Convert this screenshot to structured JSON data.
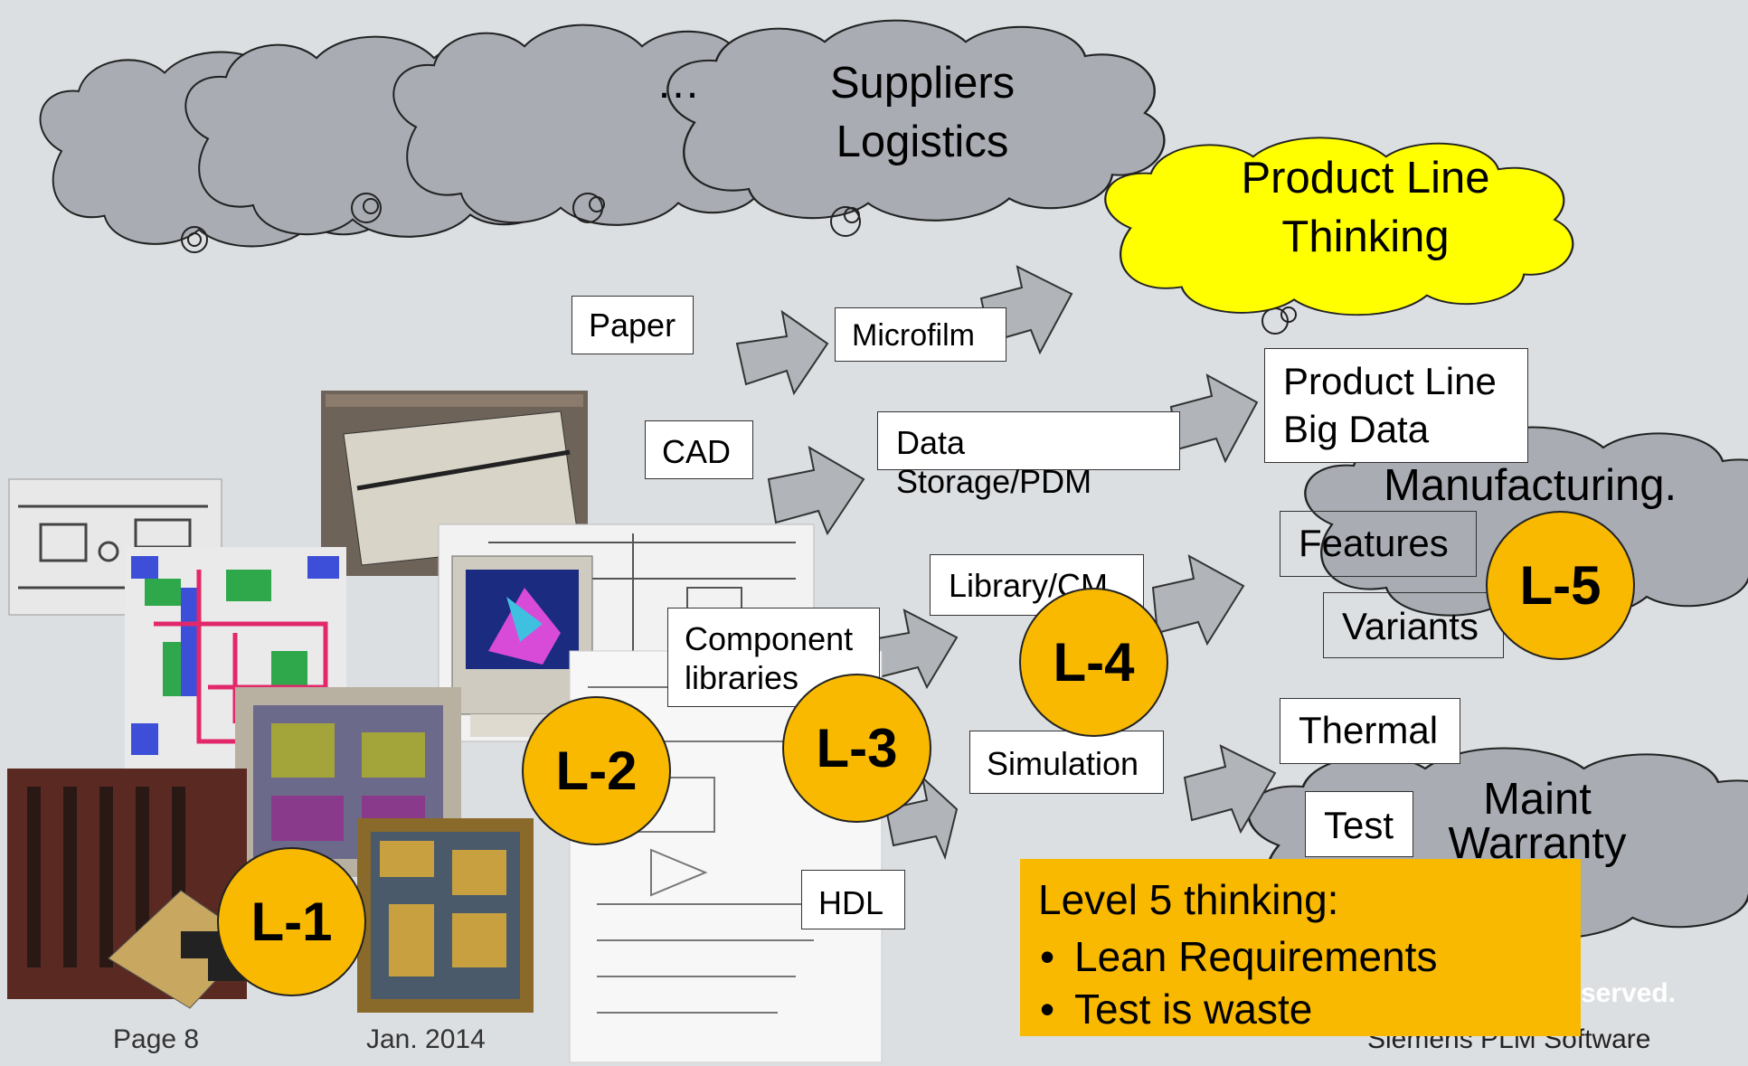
{
  "clouds": {
    "ellipsis": "…",
    "suppliers_line1": "Suppliers",
    "suppliers_line2": "Logistics",
    "product_line_line1": "Product Line",
    "product_line_line2": "Thinking",
    "manufacturing": "Manufacturing.",
    "maint_line1": "Maint",
    "maint_line2": "Warranty"
  },
  "boxes": {
    "paper": "Paper",
    "microfilm": "Microfilm",
    "cad": "CAD",
    "data_storage": "Data Storage/PDM",
    "product_line_big_data_line1": "Product Line",
    "product_line_big_data_line2": "Big Data",
    "features": "Features",
    "variants": "Variants",
    "library_cm": "Library/CM",
    "component_libraries_line1": "Component",
    "component_libraries_line2": "libraries",
    "simulation": "Simulation",
    "thermal": "Thermal",
    "test": "Test",
    "hdl": "HDL"
  },
  "levels": {
    "l1": "L-1",
    "l2": "L-2",
    "l3": "L-3",
    "l4": "L-4",
    "l5": "L-5"
  },
  "callout": {
    "heading": "Level 5 thinking:",
    "items": [
      "Lean Requirements",
      "Test is waste"
    ]
  },
  "footer": {
    "page": "Page 8",
    "date": "Jan. 2014",
    "copyright_fragment": "served.",
    "company": "Siemens PLM Software"
  },
  "colors": {
    "background": "#dcdfe2",
    "cloud_gray": "#a8abb2",
    "cloud_yellow": "#ffff00",
    "level_orange": "#f8b900",
    "arrow_gray": "#b0b3b8"
  }
}
